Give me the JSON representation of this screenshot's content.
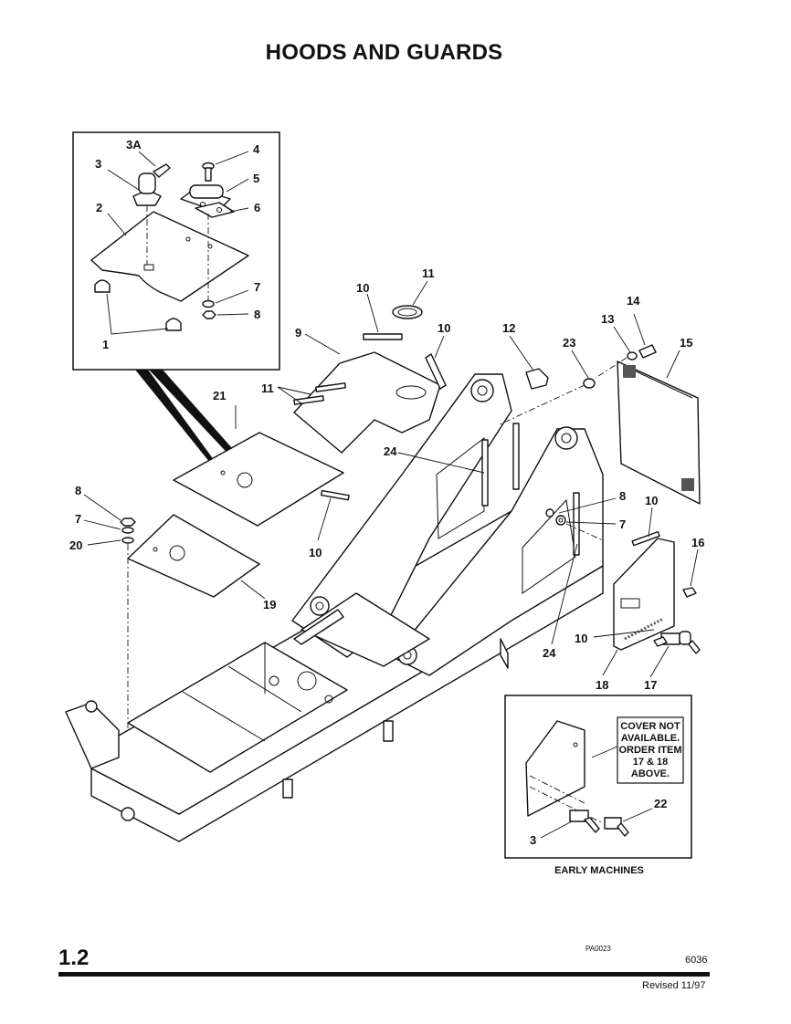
{
  "title": "HOODS AND GUARDS",
  "callouts": {
    "c1": "1",
    "c2": "2",
    "c3": "3",
    "c3a": "3A",
    "c4": "4",
    "c5": "5",
    "c6": "6",
    "c7": "7",
    "c8": "8",
    "c9": "9",
    "c10": "10",
    "c11": "11",
    "c12": "12",
    "c13": "13",
    "c14": "14",
    "c15": "15",
    "c16": "16",
    "c17": "17",
    "c18": "18",
    "c19": "19",
    "c20": "20",
    "c21": "21",
    "c22": "22",
    "c23": "23",
    "c24": "24"
  },
  "note": {
    "line1": "COVER NOT",
    "line2": "AVAILABLE.",
    "line3": "ORDER ITEM",
    "line4": "17 & 18",
    "line5": "ABOVE."
  },
  "early_caption": "EARLY MACHINES",
  "footer": {
    "page": "1.2",
    "ref": "PA0023",
    "doc": "6036",
    "revised": "Revised 11/97"
  }
}
